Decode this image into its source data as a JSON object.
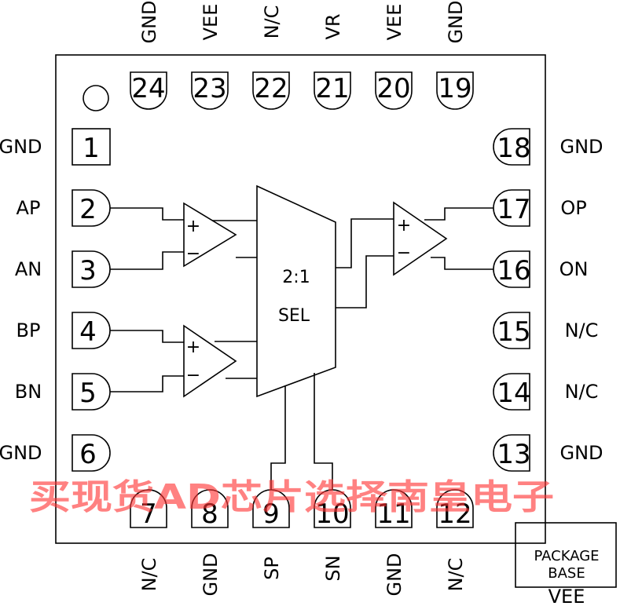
{
  "pins": {
    "p1": {
      "num": "1",
      "label": "GND"
    },
    "p2": {
      "num": "2",
      "label": "AP"
    },
    "p3": {
      "num": "3",
      "label": "AN"
    },
    "p4": {
      "num": "4",
      "label": "BP"
    },
    "p5": {
      "num": "5",
      "label": "BN"
    },
    "p6": {
      "num": "6",
      "label": "GND"
    },
    "p7": {
      "num": "7",
      "label": "N/C"
    },
    "p8": {
      "num": "8",
      "label": "GND"
    },
    "p9": {
      "num": "9",
      "label": "SP"
    },
    "p10": {
      "num": "10",
      "label": "SN"
    },
    "p11": {
      "num": "11",
      "label": "GND"
    },
    "p12": {
      "num": "12",
      "label": "N/C"
    },
    "p13": {
      "num": "13",
      "label": "GND"
    },
    "p14": {
      "num": "14",
      "label": "N/C"
    },
    "p15": {
      "num": "15",
      "label": "N/C"
    },
    "p16": {
      "num": "16",
      "label": "ON"
    },
    "p17": {
      "num": "17",
      "label": "OP"
    },
    "p18": {
      "num": "18",
      "label": "GND"
    },
    "p19": {
      "num": "19",
      "label": "GND"
    },
    "p20": {
      "num": "20",
      "label": "VEE"
    },
    "p21": {
      "num": "21",
      "label": "VR"
    },
    "p22": {
      "num": "22",
      "label": "N/C"
    },
    "p23": {
      "num": "23",
      "label": "VEE"
    },
    "p24": {
      "num": "24",
      "label": "GND"
    }
  },
  "mux": {
    "line1": "2:1",
    "line2": "SEL"
  },
  "amp_signs": {
    "plus": "+",
    "minus": "−"
  },
  "package": {
    "line1": "PACKAGE",
    "line2": "BASE",
    "label": "VEE"
  },
  "watermark": "买现货AD芯片选择南皇电子"
}
